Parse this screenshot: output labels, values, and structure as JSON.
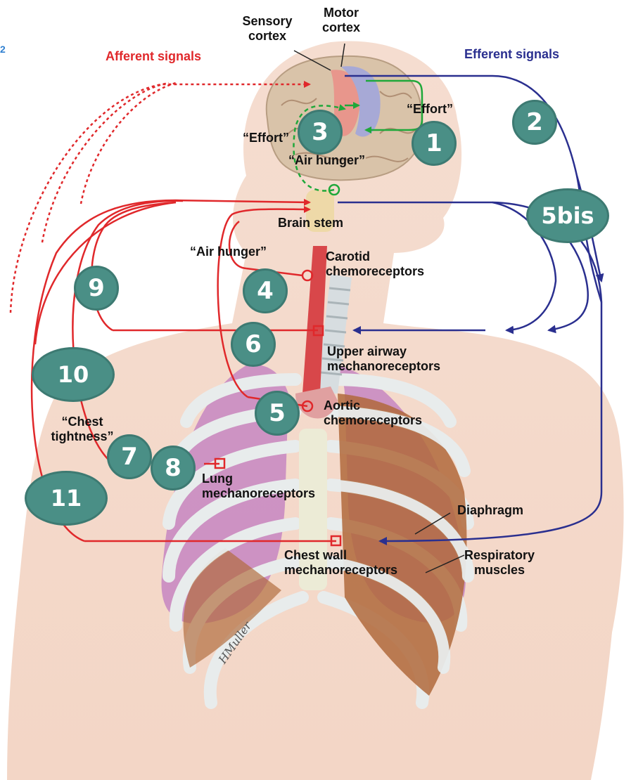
{
  "page_marker": "2",
  "headers": {
    "afferent": "Afferent signals",
    "efferent": "Efferent signals"
  },
  "colors": {
    "afferent": "#e0282b",
    "efferent": "#2a2f8f",
    "cortical": "#1fa83a",
    "badge": "#4a8f86"
  },
  "labels": {
    "sensory_cortex": "Sensory\ncortex",
    "motor_cortex": "Motor\ncortex",
    "effort_right": "“Effort”",
    "effort_left": "“Effort”",
    "air_hunger_brain": "“Air hunger”",
    "brain_stem": "Brain stem",
    "air_hunger_neck": "“Air hunger”",
    "carotid": "Carotid\nchemoreceptors",
    "upper_airway": "Upper airway\nmechanoreceptors",
    "aortic": "Aortic\nchemoreceptors",
    "chest_tightness": "“Chest\ntightness”",
    "lung_mech": "Lung\nmechanoreceptors",
    "diaphragm": "Diaphragm",
    "chest_wall": "Chest wall\nmechanoreceptors",
    "resp_muscles": "Respiratory\nmuscles"
  },
  "badges": {
    "b1": "1",
    "b2": "2",
    "b3": "3",
    "b4": "4",
    "b5": "5",
    "b5bis": "5bis",
    "b6": "6",
    "b7": "7",
    "b8": "8",
    "b9": "9",
    "b10": "10",
    "b11": "11"
  },
  "signature": "HMuller",
  "icons": [
    "brain-illustration",
    "ribcage-illustration",
    "lung-illustration",
    "trachea-illustration",
    "aorta-illustration"
  ]
}
